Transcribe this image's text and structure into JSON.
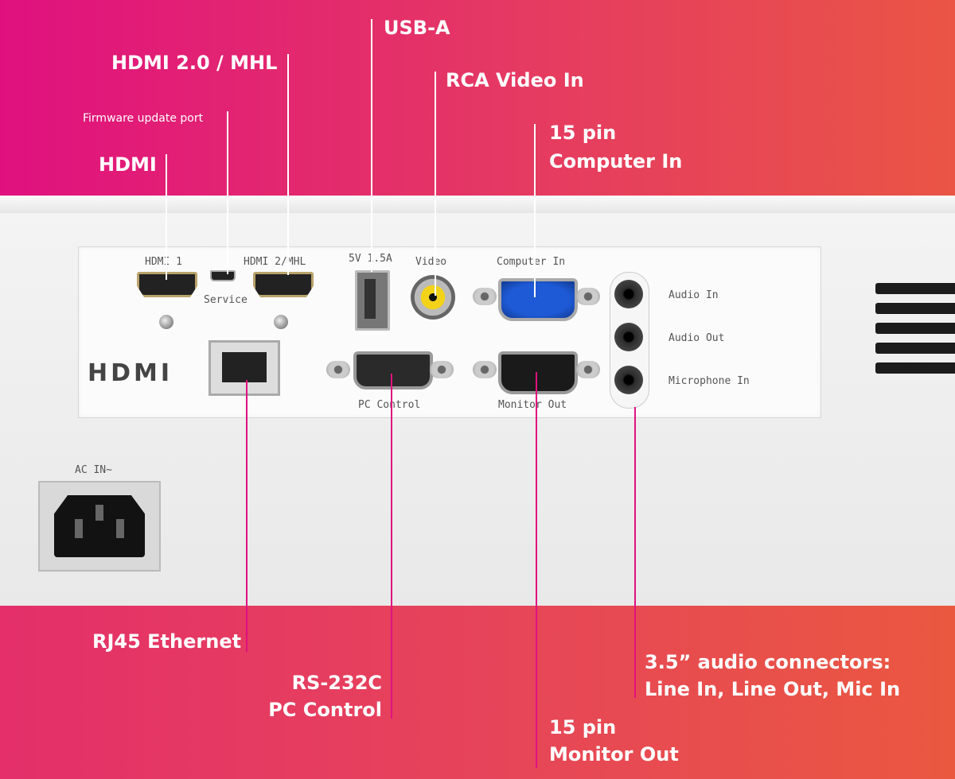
{
  "callouts": {
    "usb_a": "USB-A",
    "hdmi_20_mhl": "HDMI 2.0 / MHL",
    "rca_video": "RCA Video In",
    "firmware": "Firmware update port",
    "computer_in_1": "15 pin",
    "computer_in_2": "Computer In",
    "hdmi": "HDMI",
    "rj45": "RJ45 Ethernet",
    "rs232_1": "RS-232C",
    "rs232_2": "PC Control",
    "audio_1": "3.5” audio connectors:",
    "audio_2": "Line In, Line Out, Mic In",
    "monitor_out_1": "15 pin",
    "monitor_out_2": "Monitor Out"
  },
  "panel_print": {
    "hdmi1": "HDMI 1",
    "service": "Service",
    "hdmi2": "HDMI 2/MHL",
    "usb": "5V 1.5A",
    "video": "Video",
    "computer_in": "Computer In",
    "pc_control": "PC Control",
    "monitor_out": "Monitor Out",
    "audio_in": "Audio In",
    "audio_out": "Audio Out",
    "mic_in": "Microphone In",
    "ac_in": "AC IN~",
    "hdmi_logo": "HDMI"
  },
  "colors": {
    "band_magenta": "#e0117f",
    "band_orange": "#ea5545",
    "leader": "#e0117f"
  }
}
